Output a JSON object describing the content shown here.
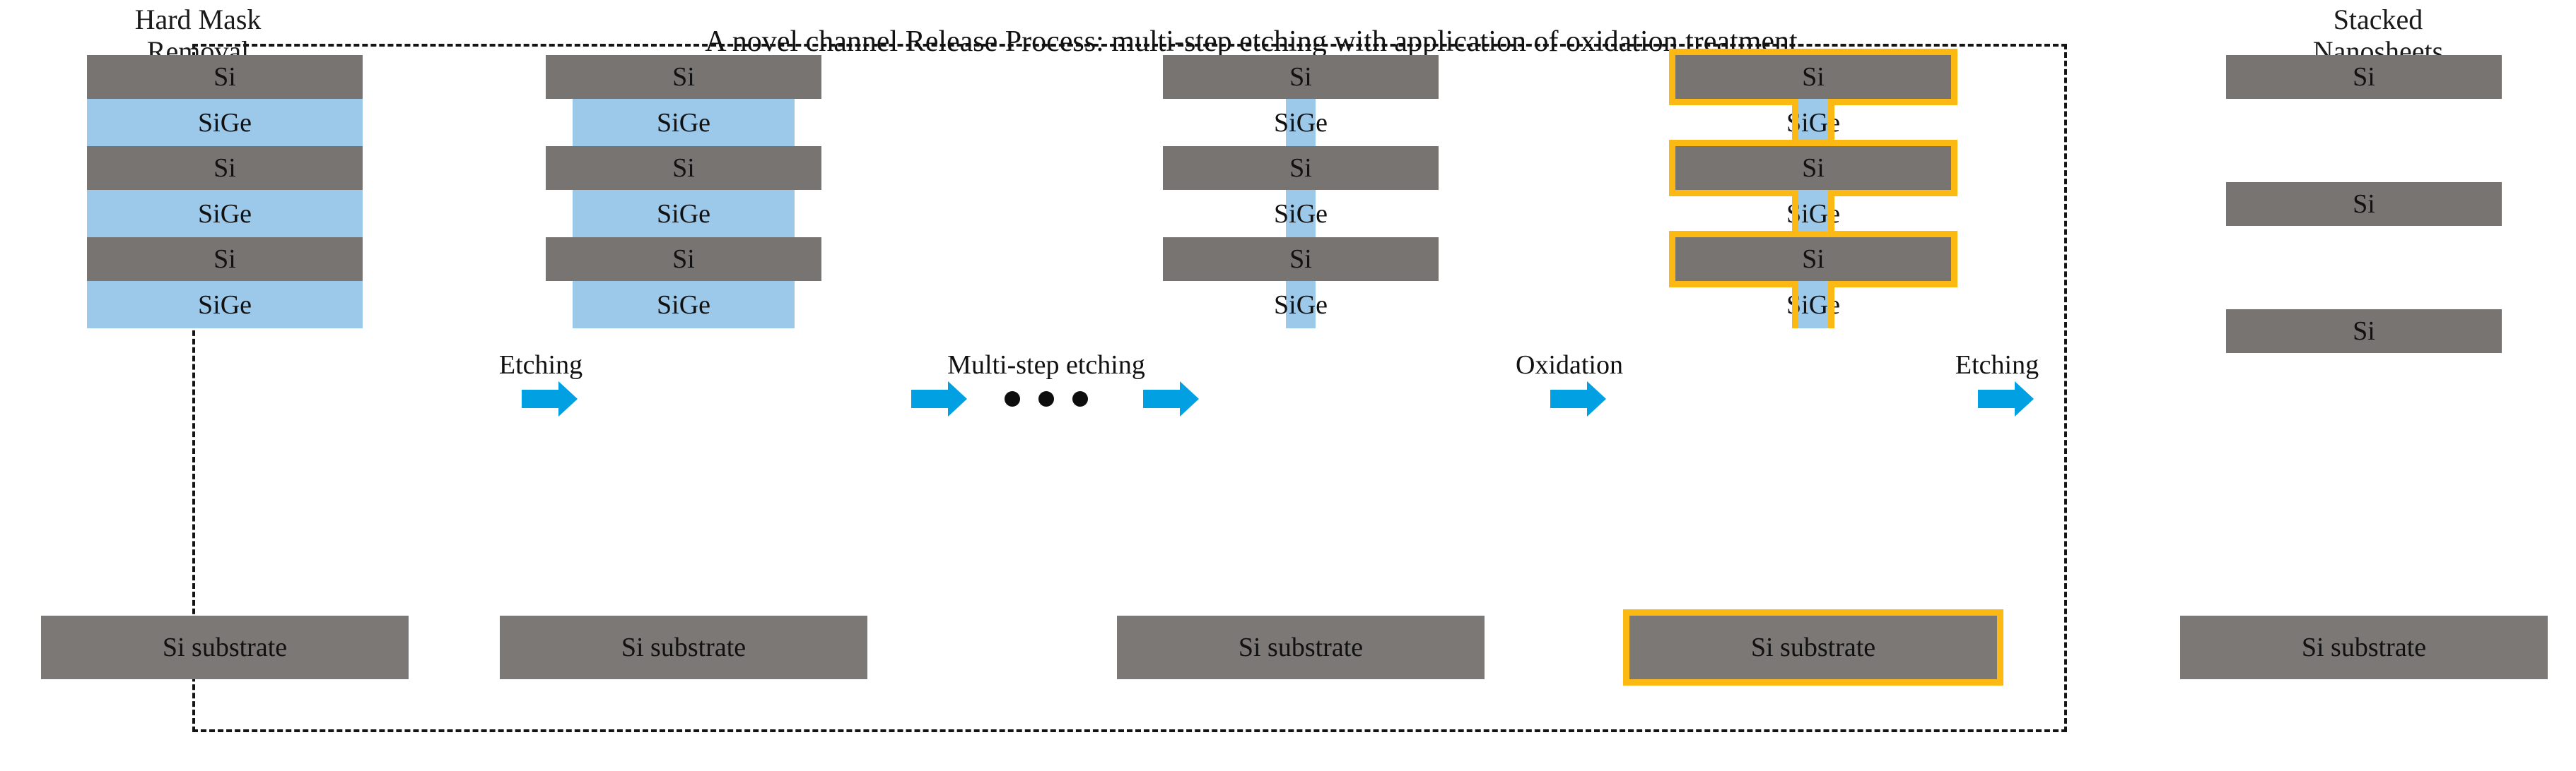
{
  "title": "A novel channel Release Process: multi-step etching with application of oxidation treatment",
  "colors": {
    "si": "#787472",
    "sige": "#9cc8e9",
    "substrate": "#7b7876",
    "oxide": "#fcb913",
    "arrow": "#00a0e3",
    "dashed_border": "#141414",
    "background": "#ffffff"
  },
  "headings": {
    "left": "Hard Mask\nRemoval",
    "right": "Stacked\nNanosheets"
  },
  "labels": {
    "si": "Si",
    "sige": "SiGe",
    "substrate": "Si substrate"
  },
  "steps": [
    {
      "name": "etching-1",
      "label": "Etching",
      "arrows": 1,
      "dots": 0
    },
    {
      "name": "multi-step-etching",
      "label": "Multi-step etching",
      "arrows": 2,
      "dots": 3
    },
    {
      "name": "oxidation",
      "label": "Oxidation",
      "arrows": 1,
      "dots": 0
    },
    {
      "name": "etching-2",
      "label": "Etching",
      "arrows": 1,
      "dots": 0
    }
  ],
  "stacks": [
    {
      "name": "hard-mask-removal-stack",
      "heading": "Hard Mask\nRemoval",
      "oxidized": false,
      "layers": [
        {
          "material": "Si",
          "label": "Si",
          "width": "full"
        },
        {
          "material": "SiGe",
          "label": "SiGe",
          "width": "full"
        },
        {
          "material": "Si",
          "label": "Si",
          "width": "full"
        },
        {
          "material": "SiGe",
          "label": "SiGe",
          "width": "full"
        },
        {
          "material": "Si",
          "label": "Si",
          "width": "full"
        },
        {
          "material": "SiGe",
          "label": "SiGe",
          "width": "full"
        },
        {
          "material": "Si substrate",
          "label": "Si substrate",
          "width": "wide"
        }
      ]
    },
    {
      "name": "after-first-etch-stack",
      "oxidized": false,
      "layers": [
        {
          "material": "Si",
          "label": "Si",
          "width": "full"
        },
        {
          "material": "SiGe",
          "label": "SiGe",
          "width": "inset"
        },
        {
          "material": "Si",
          "label": "Si",
          "width": "full"
        },
        {
          "material": "SiGe",
          "label": "SiGe",
          "width": "inset"
        },
        {
          "material": "Si",
          "label": "Si",
          "width": "full"
        },
        {
          "material": "SiGe",
          "label": "SiGe",
          "width": "inset"
        },
        {
          "material": "Si substrate",
          "label": "Si substrate",
          "width": "wide"
        }
      ]
    },
    {
      "name": "after-multi-step-etch-stack",
      "oxidized": false,
      "layers": [
        {
          "material": "Si",
          "label": "Si",
          "width": "full"
        },
        {
          "material": "SiGe",
          "label": "SiGe",
          "width": "pillar"
        },
        {
          "material": "Si",
          "label": "Si",
          "width": "full"
        },
        {
          "material": "SiGe",
          "label": "SiGe",
          "width": "pillar"
        },
        {
          "material": "Si",
          "label": "Si",
          "width": "full"
        },
        {
          "material": "SiGe",
          "label": "SiGe",
          "width": "pillar"
        },
        {
          "material": "Si substrate",
          "label": "Si substrate",
          "width": "wide"
        }
      ]
    },
    {
      "name": "after-oxidation-stack",
      "oxidized": true,
      "layers": [
        {
          "material": "Si",
          "label": "Si",
          "width": "full"
        },
        {
          "material": "SiGe",
          "label": "SiGe",
          "width": "pillar"
        },
        {
          "material": "Si",
          "label": "Si",
          "width": "full"
        },
        {
          "material": "SiGe",
          "label": "SiGe",
          "width": "pillar"
        },
        {
          "material": "Si",
          "label": "Si",
          "width": "full"
        },
        {
          "material": "SiGe",
          "label": "SiGe",
          "width": "pillar"
        },
        {
          "material": "Si substrate",
          "label": "Si substrate",
          "width": "wide"
        }
      ]
    },
    {
      "name": "stacked-nanosheets-stack",
      "heading": "Stacked\nNanosheets",
      "oxidized": false,
      "layers": [
        {
          "material": "Si",
          "label": "Si",
          "width": "full"
        },
        {
          "material": "Si",
          "label": "Si",
          "width": "full"
        },
        {
          "material": "Si",
          "label": "Si",
          "width": "full"
        },
        {
          "material": "Si substrate",
          "label": "Si substrate",
          "width": "wide"
        }
      ]
    }
  ]
}
